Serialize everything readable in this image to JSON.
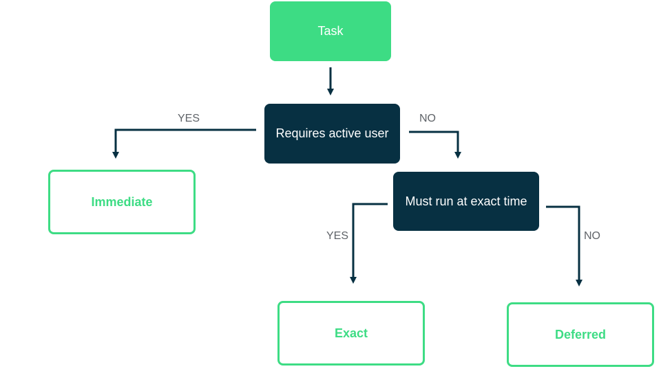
{
  "nodes": {
    "task": "Task",
    "requires_active_user": "Requires active user",
    "must_run_exact_time": "Must run at exact time",
    "immediate": "Immediate",
    "exact": "Exact",
    "deferred": "Deferred"
  },
  "edges": {
    "active_user_yes": "YES",
    "active_user_no": "NO",
    "exact_time_yes": "YES",
    "exact_time_no": "NO"
  },
  "colors": {
    "accent_green": "#3ddc84",
    "decision_navy": "#073042",
    "arrow": "#073042",
    "label_gray": "#5f6368"
  }
}
